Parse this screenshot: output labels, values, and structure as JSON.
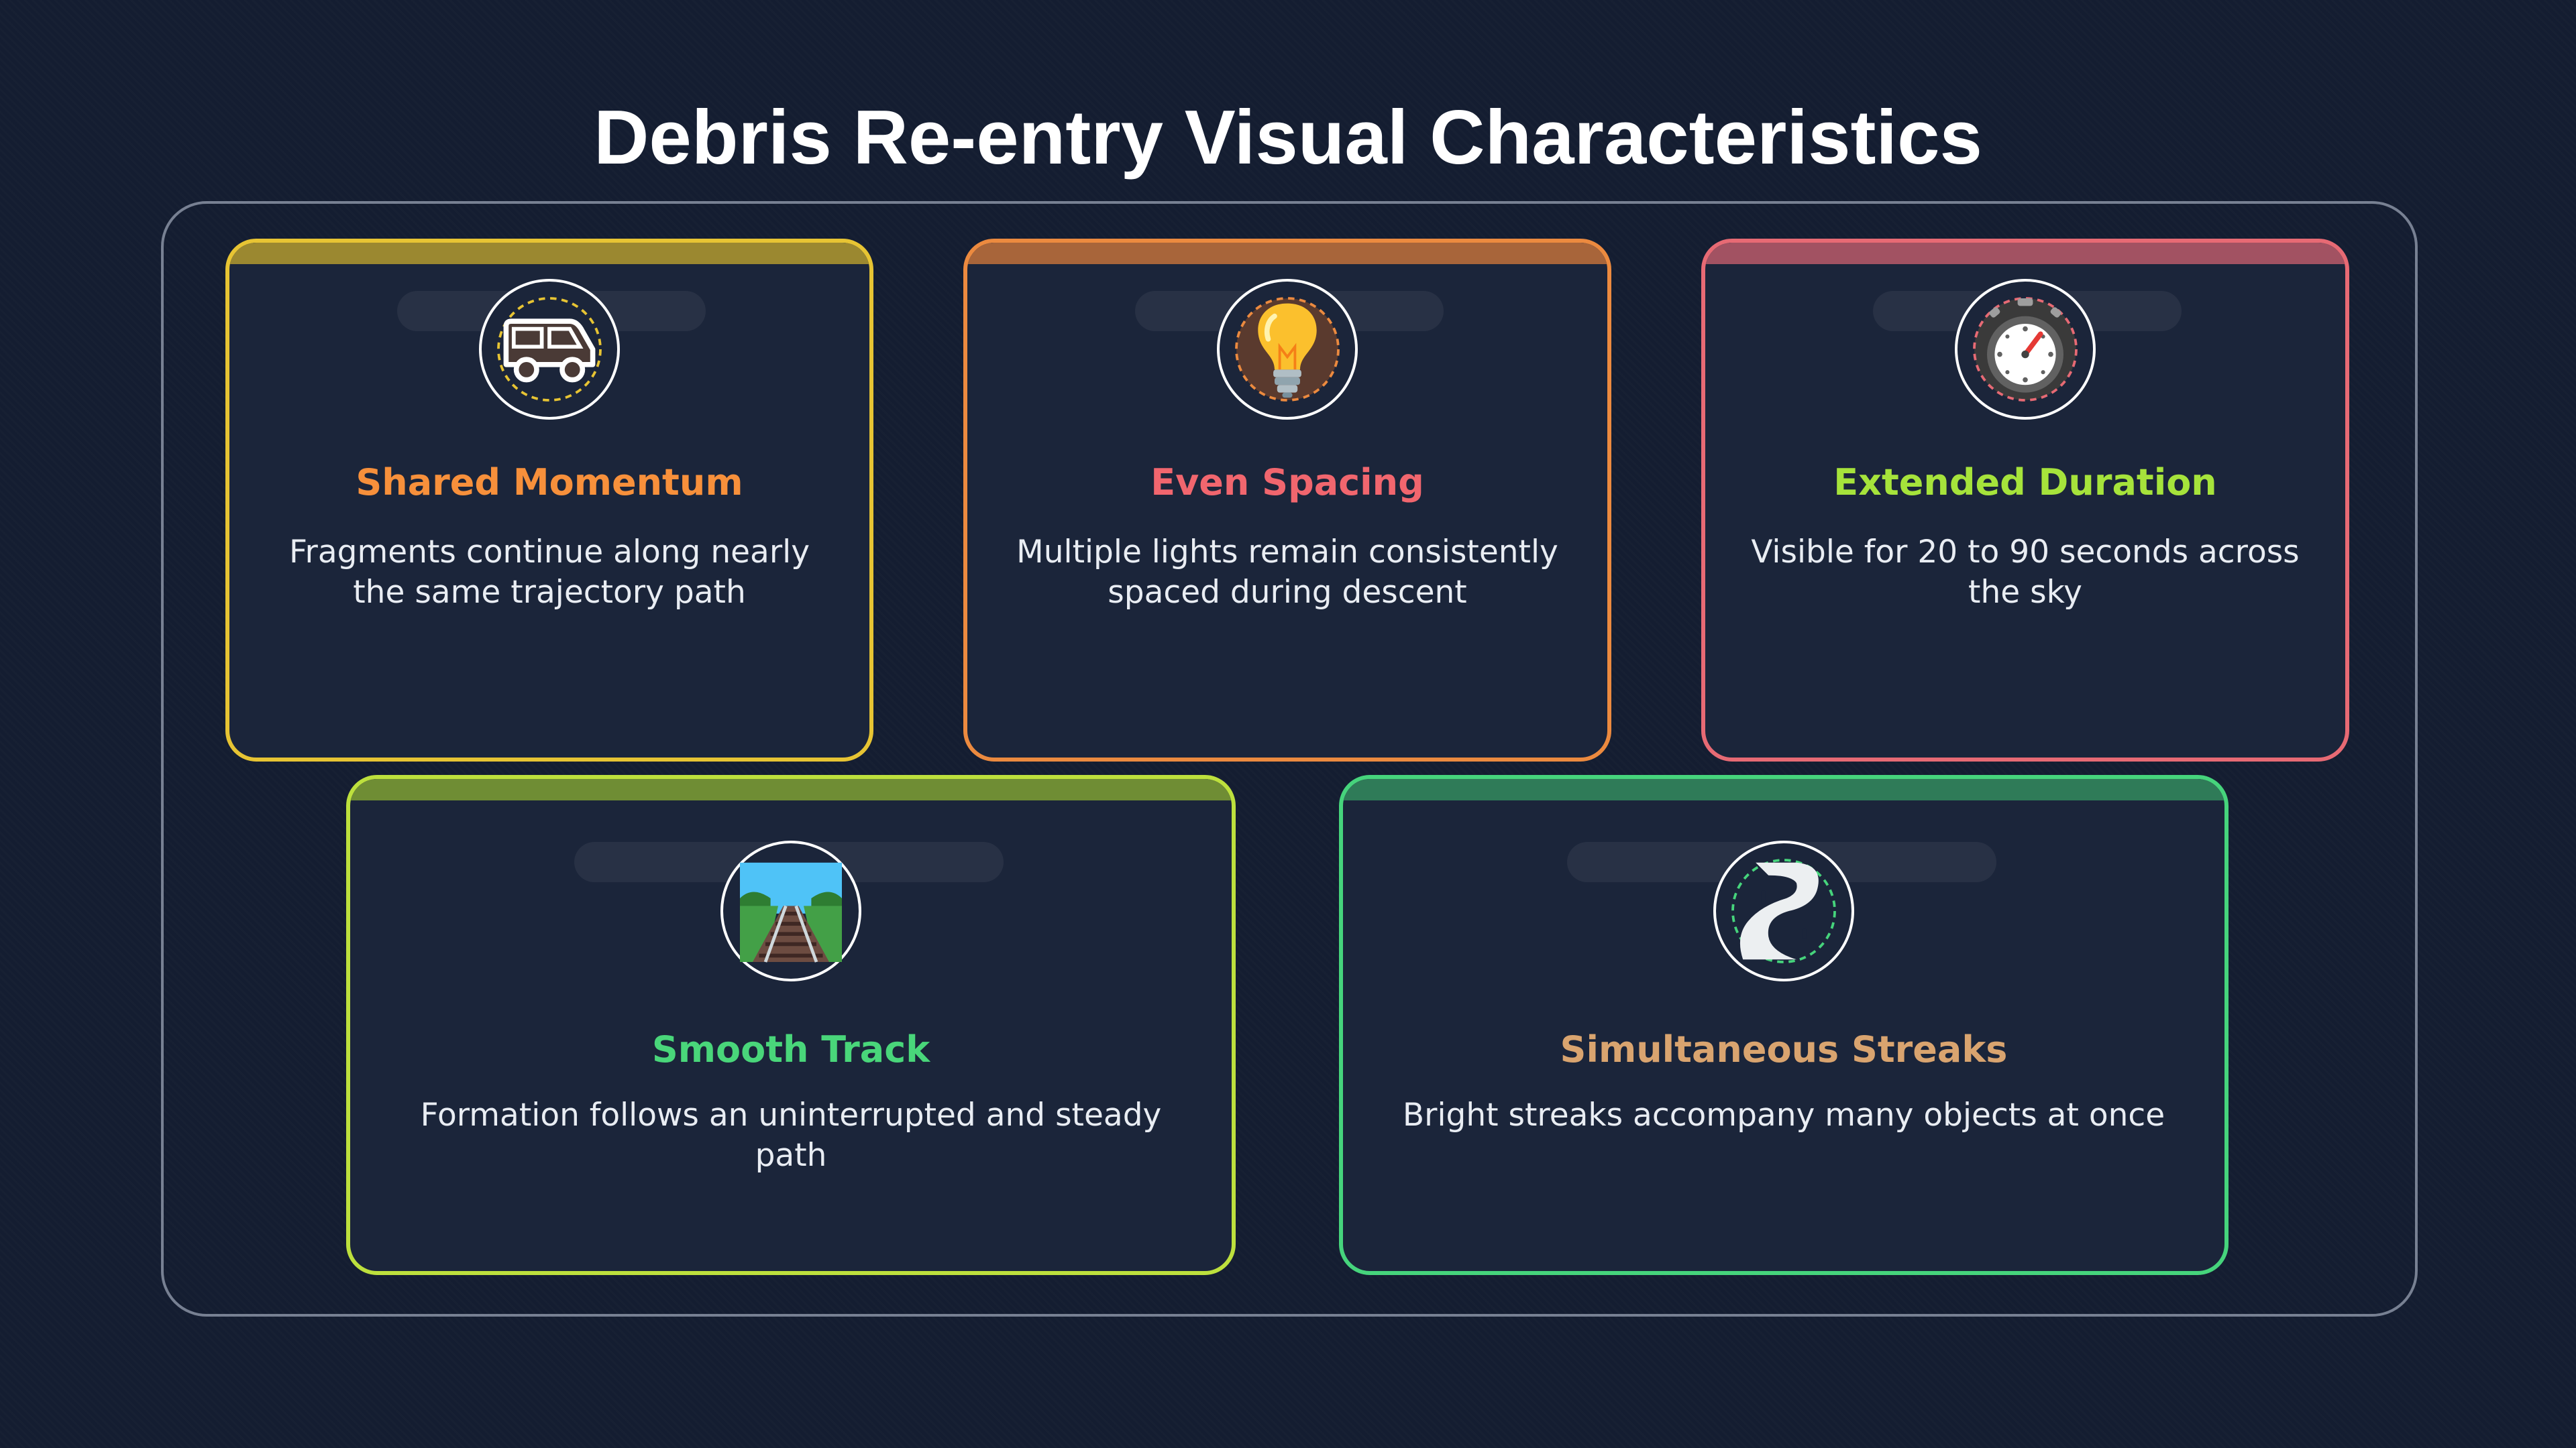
{
  "title": "Debris Re-entry Visual Characteristics",
  "colors": {
    "background": "#141d31",
    "card": "#1b253a",
    "title": "#ffffff"
  },
  "cards": [
    {
      "heading": "Shared Momentum",
      "description": "Fragments continue along nearly the same trajectory path",
      "icon": "van-icon",
      "accent": "#e7c433",
      "heading_color": "#f7903b"
    },
    {
      "heading": "Even Spacing",
      "description": "Multiple lights remain consistently spaced during descent",
      "icon": "light-bulb-icon",
      "accent": "#ec8a3f",
      "heading_color": "#f1666e"
    },
    {
      "heading": "Extended Duration",
      "description": "Visible for 20 to 90 seconds across the sky",
      "icon": "stopwatch-icon",
      "accent": "#e76a74",
      "heading_color": "#a6e33b"
    },
    {
      "heading": "Smooth Track",
      "description": "Formation follows an uninterrupted and steady path",
      "icon": "railway-track-icon",
      "accent": "#bde03d",
      "heading_color": "#49d67a"
    },
    {
      "heading": "Simultaneous Streaks",
      "description": "Bright streaks accompany many objects at once",
      "icon": "winding-road-icon",
      "accent": "#46d47c",
      "heading_color": "#d9a46f"
    }
  ]
}
